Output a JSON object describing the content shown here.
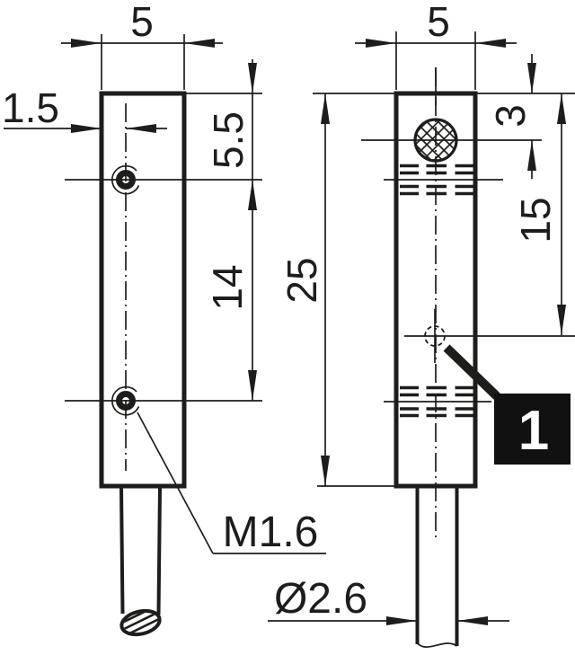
{
  "drawing": {
    "type": "technical-dimension-drawing",
    "views": 2,
    "labels": {
      "left_width": "5",
      "left_hole_offset": "1.5",
      "left_hole_top_distance": "5.5",
      "left_hole_spacing": "14",
      "thread": "M1.6",
      "right_width": "5",
      "body_length": "25",
      "face_offset": "3",
      "hole_position": "15",
      "cable_diameter": "Ø2.6",
      "callout": "1"
    },
    "colors": {
      "line": "#1d1d1b",
      "background": "#ffffff",
      "callout_bg": "#111111",
      "callout_text": "#ffffff"
    }
  }
}
